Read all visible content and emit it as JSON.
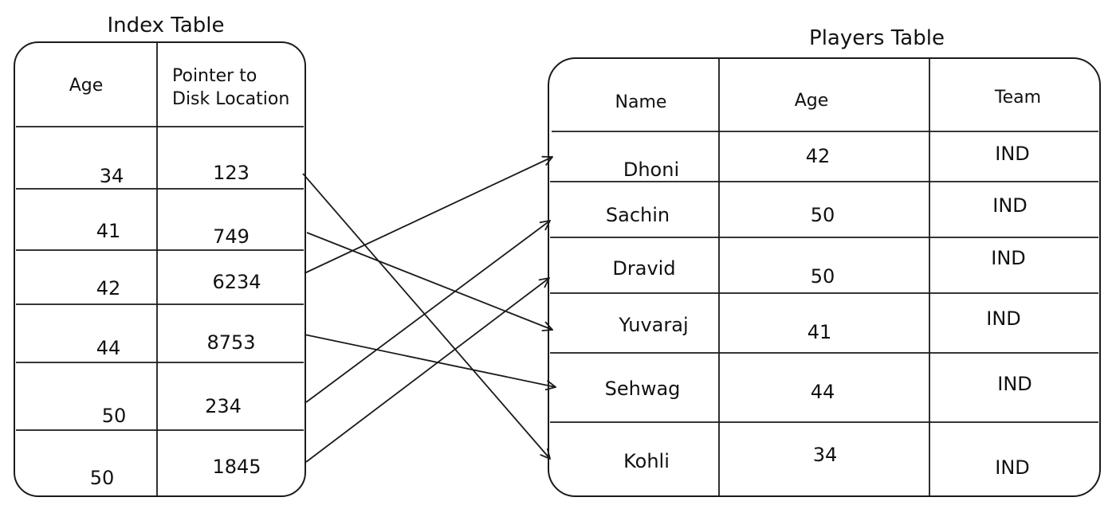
{
  "index_table": {
    "title": "Index Table",
    "headers": [
      "Age",
      "Pointer to",
      "Disk Location"
    ],
    "rows": [
      {
        "age": "34",
        "pointer": "123"
      },
      {
        "age": "41",
        "pointer": "749"
      },
      {
        "age": "42",
        "pointer": "6234"
      },
      {
        "age": "44",
        "pointer": "8753"
      },
      {
        "age": "50",
        "pointer": "234"
      },
      {
        "age": "50",
        "pointer": "1845"
      }
    ]
  },
  "players_table": {
    "title": "Players Table",
    "headers": [
      "Name",
      "Age",
      "Team"
    ],
    "rows": [
      {
        "name": "Dhoni",
        "age": "42",
        "team": "IND"
      },
      {
        "name": "Sachin",
        "age": "50",
        "team": "IND"
      },
      {
        "name": "Dravid",
        "age": "50",
        "team": "IND"
      },
      {
        "name": "Yuvaraj",
        "age": "41",
        "team": "IND"
      },
      {
        "name": "Sehwag",
        "age": "44",
        "team": "IND"
      },
      {
        "name": "Kohli",
        "age": "34",
        "team": "IND"
      }
    ]
  },
  "pointers": [
    {
      "from_index_row": 0,
      "to_player_row": 5
    },
    {
      "from_index_row": 1,
      "to_player_row": 3
    },
    {
      "from_index_row": 2,
      "to_player_row": 0
    },
    {
      "from_index_row": 3,
      "to_player_row": 4
    },
    {
      "from_index_row": 4,
      "to_player_row": 1
    },
    {
      "from_index_row": 5,
      "to_player_row": 2
    }
  ]
}
